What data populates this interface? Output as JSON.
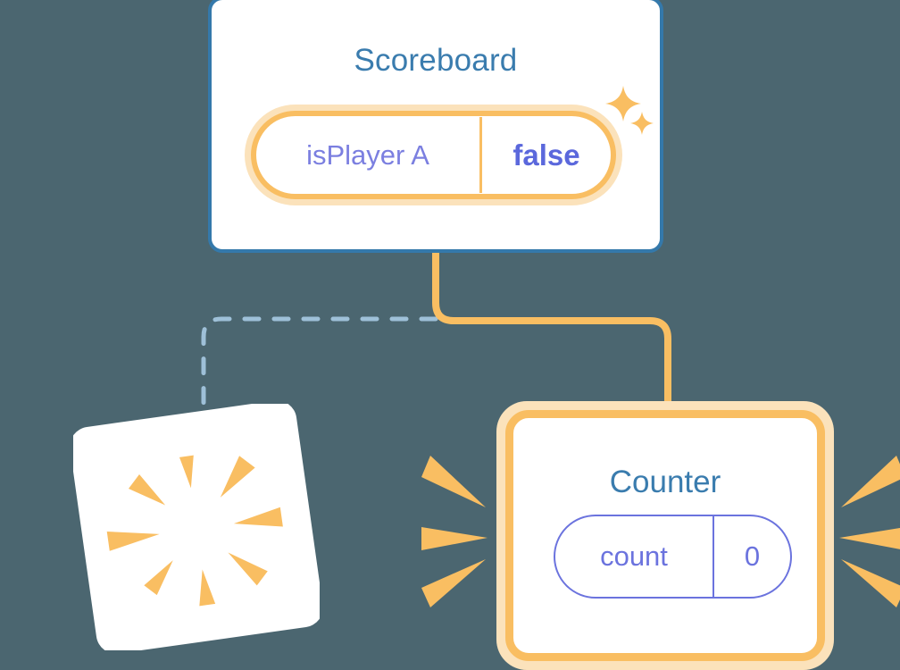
{
  "palette": {
    "background": "#4B6670",
    "card_border_blue": "#3479AB",
    "title_blue": "#3A7CAE",
    "accent_orange": "#F9BE62",
    "accent_orange_glow": "#FBE2BB",
    "value_purple": "#5B68DC",
    "key_purple": "#7B7FE0",
    "pill_purple": "#6B73DE",
    "dashed_line_blue": "#9EC0D8",
    "card_white": "#FFFFFF"
  },
  "scoreboard": {
    "title": "Scoreboard",
    "highlighted": true,
    "pill": {
      "key": "isPlayer A",
      "value": "false",
      "value_bold": true
    },
    "sparkles": [
      {
        "name": "sparkle-large",
        "size": 44
      },
      {
        "name": "sparkle-small",
        "size": 30
      }
    ]
  },
  "counter": {
    "title": "Counter",
    "highlighted": true,
    "pill": {
      "key": "count",
      "value": "0",
      "value_bold": false
    },
    "rays_left_count": 3,
    "rays_right_count": 3
  },
  "blank_card": {
    "rotation_deg": -8,
    "burst_ray_count": 8
  },
  "connectors": [
    {
      "name": "scoreboard-to-counter",
      "style": "solid",
      "color": "#F9BE62",
      "width": 8
    },
    {
      "name": "scoreboard-to-blank-card",
      "style": "dashed",
      "color": "#9EC0D8",
      "width": 5
    }
  ]
}
